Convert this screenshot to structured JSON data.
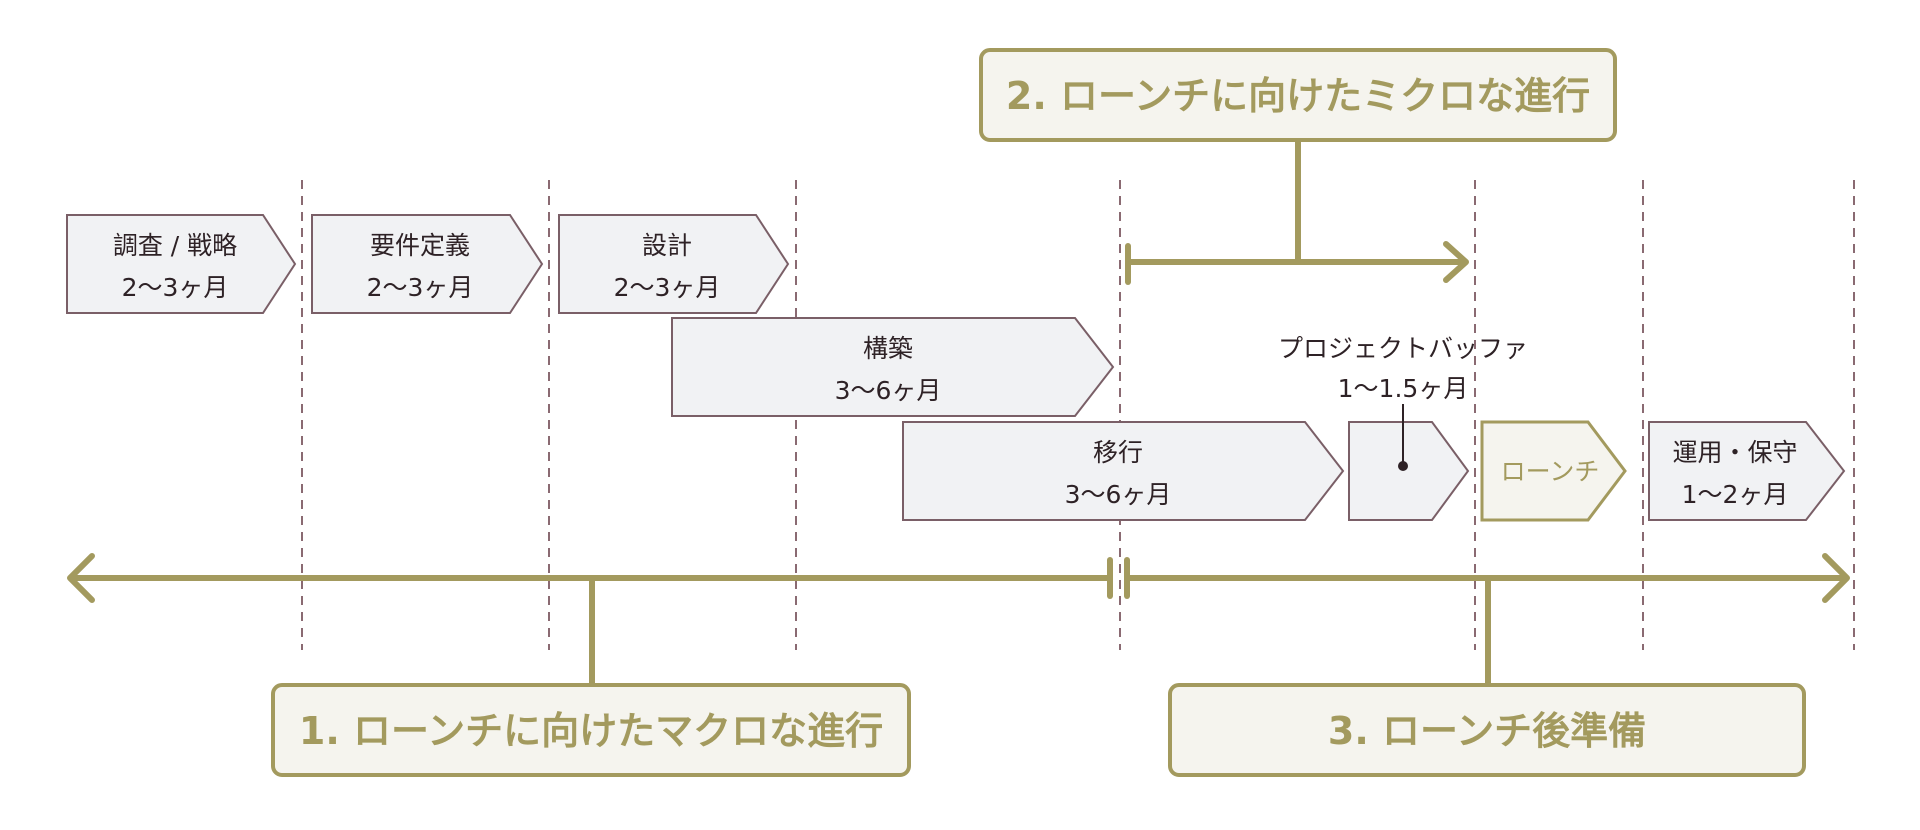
{
  "callouts": {
    "macro": "1. ローンチに向けたマクロな進行",
    "micro": "2. ローンチに向けたミクロな進行",
    "post": "3. ローンチ後準備"
  },
  "phases": {
    "research": {
      "name": "調査 / 戦略",
      "duration": "2〜3ヶ月"
    },
    "requirements": {
      "name": "要件定義",
      "duration": "2〜3ヶ月"
    },
    "design": {
      "name": "設計",
      "duration": "2〜3ヶ月"
    },
    "build": {
      "name": "構築",
      "duration": "3〜6ヶ月"
    },
    "migration": {
      "name": "移行",
      "duration": "3〜6ヶ月"
    },
    "launch": {
      "name": "ローンチ"
    },
    "operation": {
      "name": "運用・保守",
      "duration": "1〜2ヶ月"
    }
  },
  "buffer": {
    "name": "プロジェクトバッファ",
    "duration": "1〜1.5ヶ月"
  },
  "colors": {
    "olive": "#a39a5e",
    "divider": "#8a6a72",
    "box_fill": "#f1f2f4",
    "box_stroke": "#7a5f67",
    "callout_fill": "#f5f4ee",
    "text": "#2e2226"
  }
}
